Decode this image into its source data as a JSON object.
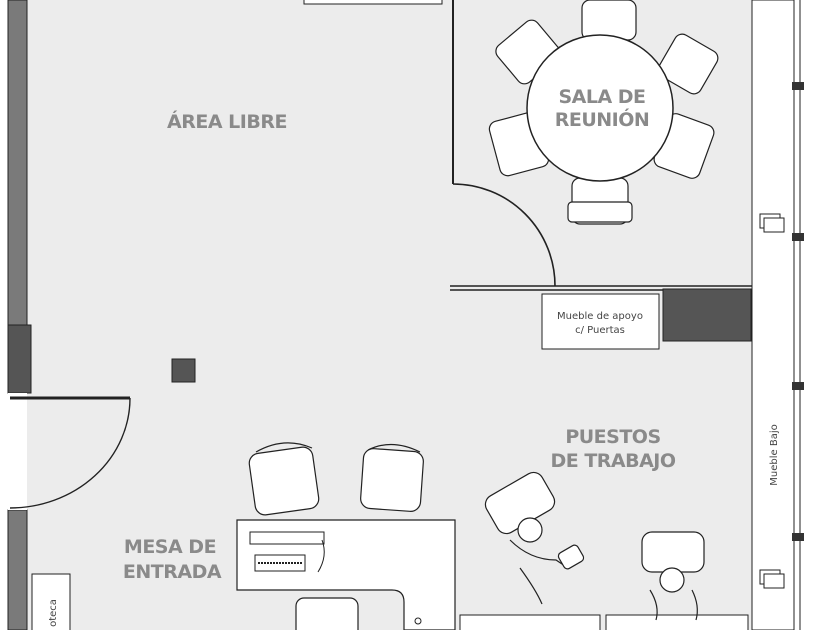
{
  "labels": {
    "area_libre": "ÁREA LIBRE",
    "sala_line1": "SALA DE",
    "sala_line2": "REUNIÓN",
    "puestos_line1": "PUESTOS",
    "puestos_line2": "DE TRABAJO",
    "mesa_line1": "MESA DE",
    "mesa_line2": "ENTRADA",
    "mueble_apoyo_line1": "Mueble de apoyo",
    "mueble_apoyo_line2": "c/ Puertas",
    "mueble_bajo": "Mueble Bajo",
    "biblioteca_fragment": "oteca"
  },
  "colors": {
    "floor": "#ececec",
    "wall": "#7a7a7a",
    "dark_block": "#555555",
    "line": "#222222",
    "label": "#8a8a8a"
  }
}
